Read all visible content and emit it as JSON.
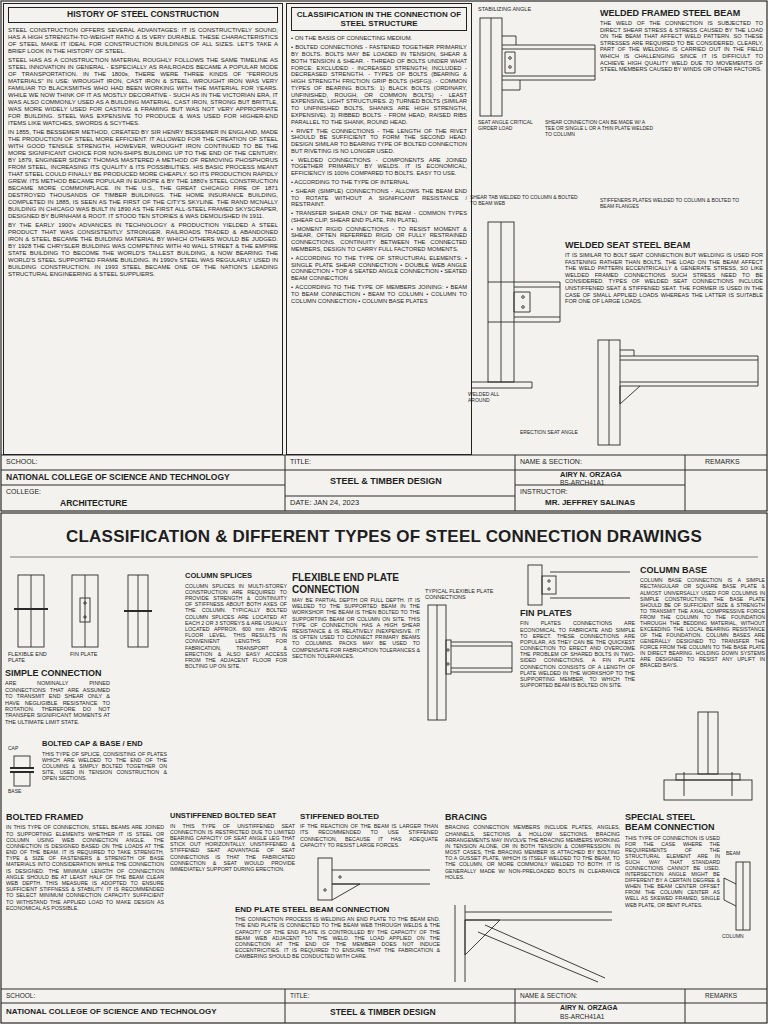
{
  "diagram": {
    "title": "CLASSIFICATION & DIFFERENT TYPES OF STEEL CONNECTION DRAWINGS",
    "nodes": [
      {
        "text": [
          "HISTORY OF STEEL CONSTRUCTION",
          "STEEL CONSTRUCTION OFFERS SEVERAL ADVANTAGES: IT IS CONSTRUCTIVELY SOUND, HAS A HIGH STRENGTH-TO-WEIGHT RATIO & IS VERY DURABLE. THESE CHARACTERISTICS OF STEEL MAKE IT IDEAL FOR CONSTRUCTION BUILDINGS OF ALL SIZES. LET'S TAKE A BRIEF LOOK IN THE HISTORY OF STEEL.",
          "STEEL HAS AS A CONSTRUCTION MATERIAL ROUGHLY FOLLOWS THE SAME TIMELINE AS STEEL INNOVATION IN GENERAL - ESPECIALLY AS RAILROADS BECAME A POPULAR MODE OF TRANSPORTATION. IN THE 1800s, THERE WERE THREE KINDS OF \"FERROUS MATERIALS\" IN USE: WROUGHT IRON, CAST IRON & STEEL. WROUGHT IRON WAS VERY FAMILIAR TO BLACKSMITHS WHO HAD BEEN WORKING WITH THE MATERIAL FOR YEARS. WHILE WE NOW THINK OF IT AS MOSTLY DECORATIVE - SUCH AS IN THE VICTORIAN ERA, IT WAS ALSO COMMONLY USED AS A BUILDING MATERIAL. CAST IRON, STRONG BUT BRITTLE, WAS MORE WIDELY USED FOR CASTING & FRAMING BUT WAS NOT VERY APPROPRIATE FOR BUILDING. STEEL WAS EXPENSIVE TO PRODUCE & WAS USED FOR HIGHER-END ITEMS LIKE WATCHES, SWORDS & SCYTHES.",
          "IN 1855, THE BESSEMER METHOD, CREATED BY SIR HENRY BESSEMER IN ENGLAND, MADE THE PRODUCTION OF STEEL MORE EFFICIENT. IT ALLOWED FOR THE CREATION OF STEEL WITH GOOD TENSILE STRENGTH, HOWEVER, WROUGHT IRON CONTINUED TO BE THE MORE SIGNIFICANT CHOICE FOR NON-SHIPS BUILDING UP TO THE END OF THE CENTURY. BY 1879, ENGINEER SIDNEY THOMAS MASTERED A METHOD OF REMOVING PHOSPHORUS FROM STEEL, INCREASING ITS QUALITY & ITS POSSIBILITIES. HIS BASIC PROCESS MEANT THAT STEEL COULD FINALLY BE PRODUCED MORE CHEAPLY. SO ITS PRODUCTION RAPIDLY GREW. ITS METHOD BECAME POPULAR IN EUROPE & BY THE 1880's STEEL CONSTRUCTION BECAME MORE COMMONPLACE. IN THE U.S., THE GREAT CHICAGO FIRE OF 1871 DESTROYED THOUSANDS OF TIMBER BUILDINGS. THE HOME INSURANCE BUILDING, COMPLETED IN 1885, IS SEEN AS THE FIRST OF THE CITY'S SKYLINE. THE RAND MCNALLY BUILDING IN CHICAGO WAS BUILT IN 1890 AS THE FIRST ALL-STEEL FRAMED SKYSCRAPER, DESIGNED BY BURNHAM & ROOT. IT STOOD TEN STORIES & WAS DEMOLISHED IN 1911.",
          "BY THE EARLY 1900's ADVANCES IN TECHNOLOGY & PRODUCTION YIELDED A STEEL PRODUCT THAT WAS CONSISTENTLY STRONGER. RAILROADS TRADED & ABANDONED IRON & STEEL BECAME THE BUILDING MATERIAL BY WHICH OTHERS WOULD BE JUDGED. BY 1928 THE CHRYSLER BUILDING WAS COMPETING WITH 40 WALL STREET & THE EMPIRE STATE BUILDING TO BECOME THE WORLD'S TALLEST BUILDING, & NOW BEARING THE WORLD'S STEEL SUPPORTED FRAME BUILDING. IN 1990's STEEL WAS REGULARLY USED IN BUILDING CONSTRUCTION. IN 1993 STEEL BECAME ONE OF THE NATION'S LEADING STRUCTURAL ENGINEERING & STEEL SUPPLIERS."
        ]
      },
      {
        "text": [
          "CLASSIFICATION IN THE CONNECTION OF STEEL STRUCTURE",
          "• ON THE BASIS OF CONNECTING MEDIUM.",
          "• BOLTED CONNECTIONS - FASTENED TOGETHER PRIMARILY BY BOLTS. BOLTS MAY BE LOADED IN TENSION, SHEAR & BOTH TENSION & SHEAR. - THREAD OF BOLTS UNDER WHAT FORCE: EXCLUDED - INCREASED STRENGTH; INCLUDED - DECREASED STRENGTH. - TYPES OF BOLTS (BEARING & HIGH STRENGTH FRICTION GRIP BOLTS (HSFG)). - COMMON TYPES OF BEARING BOLTS: 1) BLACK BOLTS (ORDINARY, UNFINISHED, ROUGH, OR COMMON BOLTS) - LEAST EXPENSIVE, LIGHT STRUCTURES. 2) TURNED BOLTS (SIMILAR TO UNFINISHED BOLTS, SHANKS ARE HIGH STRENGTH, EXPENSIVE). 3) RIBBED BOLTS - FROM HEAD, RAISED RIBS PARALLEL TO THE SHANK, ROUND HEAD.",
          "• RIVET THE CONNECTIONS - THE LENGTH OF THE RIVET SHOULD BE SUFFICIENT TO FORM THE SECOND HEAD. DESIGN SIMILAR TO BEARING TYPE OF BOLTED CONNECTION BUT RIVETING IS NO LONGER USED.",
          "• WELDED CONNECTIONS - COMPONENTS ARE JOINED TOGETHER PRIMARILY BY WELDS. IT IS ECONOMICAL, EFFICIENCY IS 100% COMPARED TO BOLTS. EASY TO USE.",
          "• ACCORDING TO THE TYPE OF INTERNAL",
          "• SHEAR (SIMPLE) CONNECTIONS - ALLOWS THE BEAM END TO ROTATE WITHOUT A SIGNIFICANT RESISTANCE / RESTRAINT.",
          "• TRANSFER SHEAR ONLY OF THE BEAM - COMMON TYPES (SHEAR CLIP, SHEAR END PLATE, FIN PLATE).",
          "• MOMENT RIGID CONNECTIONS - TO RESIST MOMENT & SHEAR, OFTEN REFERRED RIGID OR FULLY RESTRAINED CONNECTIONS. CONTINUITY BETWEEN THE CONNECTED MEMBERS, DESIGN TO CARRY FULL FACTORED MOMENTS.",
          "• ACCORDING TO THE TYPE OF STRUCTURAL ELEMENTS: • SINGLE PLATE SHEAR CONNECTION • DOUBLE WEB ANGLE CONNECTION • TOP & SEATED ANGLE CONNECTION • SEATED BEAM CONNECTION",
          "• ACCORDING TO THE TYPE OF MEMBERS JOINING: • BEAM TO BEAM CONNECTION • BEAM TO COLUMN • COLUMN TO COLUMN CONNECTION • COLUMN BASE PLATES"
        ]
      },
      {
        "text": [
          "WELDED FRAMED STEEL BEAM",
          "THE WELD OF THE CONNECTION IS SUBJECTED TO DIRECT SHEAR STRESS & STRESS CAUSED BY THE LOAD ON THE BEAM THAT AFFECT WELD PATTERN. SO THESE STRESSES ARE REQUIRED TO BE CONSIDERED. CLEARLY, PART OF THE WELDING IS CARRIED OUT IN THE FIELD WHICH IS CHALLENGING SINCE IT IS DIFFICULT TO ACHIEVE HIGH QUALITY WELD DUE TO MOVEMENTS OF STEEL MEMBERS CAUSED BY WINDS OR OTHER FACTORS."
        ]
      },
      {
        "text": [
          "WELDED SEAT STEEL BEAM",
          "IT IS SIMILAR TO BOLT SEAT CONNECTION BUT WELDING IS USED FOR FASTENING RATHER THAN BOLTS. THE LOAD ON THE BEAM AFFECT THE WELD PATTERN ECCENTRICALLY & GENERATE STRESS, SO LIKE WELDED FRAMED CONNECTIONS SUCH STRESS NEED TO BE CONSIDERED. TYPES OF WELDED SEAT CONNECTIONS INCLUDE UNSTIFFENED SEAT & STIFFENED SEAT. THE FORMER IS USED IN THE CASE OF SMALL APPLIED LOADS WHEREAS THE LATTER IS SUITABLE FOR ONE OF LARGE LOADS."
        ]
      },
      {
        "text": [
          "SIMPLE CONNECTION",
          "ARE NOMINALLY PINNED CONNECTIONS THAT ARE ASSUMED TO TRANSMIT END SHEAR ONLY & HAVE NEGLIGIBLE RESISTANCE TO ROTATION. THEREFORE DO NOT TRANSFER SIGNIFICANT MOMENTS AT THE ULTIMATE LIMIT STATE."
        ]
      },
      {
        "text": [
          "COLUMN SPLICES",
          "COLUMN SPLICES IN MULTI-STOREY CONSTRUCTION ARE REQUIRED TO PROVIDE STRENGTH & CONTINUITY OF STIFFNESS ABOUT BOTH AXES OF THE COLUMN. TYPICALLY BOLTED COLUMN SPLICES ARE LOCATED AT EACH 2 OR 3 STOREYS & ARE USUALLY LOCATED APPROX. 600 mm ABOVE FLOOR LEVEL. THIS RESULTS IN CONVENIENT LENGTHS FOR FABRICATION, TRANSPORT & ERECTION & ALSO EASY ACCESS FROM THE ADJACENT FLOOR FOR BOLTING UP ON SITE."
        ]
      },
      {
        "text": [
          "FLEXIBLE END PLATE CONNECTION",
          "MAY BE PARTIAL DEPTH OR FULL DEPTH. IT IS WELDED TO THE SUPPORTED BEAM IN THE WORKSHOP. THE BEAM IS THEN BOLTED TO THE SUPPORTING BEAM OR COLUMN ON SITE. THIS TYPE OF CONNECTION HAS A HIGH SHEAR RESISTANCE & IS RELATIVELY INEXPENSIVE. IT IS OFTEN USED TO CONNECT PRIMARY BEAMS TO COLUMNS. PACKS MAY BE USED TO COMPENSATE FOR FABRICATION TOLERANCES & SECTION TOLERANCES."
        ]
      },
      {
        "text": [
          "FIN PLATES",
          "FIN PLATES CONNECTIONS ARE ECONOMICAL TO FABRICATE AND SIMPLE TO ERECT. THESE CONNECTIONS ARE POPULAR, AS THEY CAN BE THE QUICKEST CONNECTION TO ERECT AND OVERCOME THE PROBLEM OF SHARED BOLTS IN TWO-SIDED CONNECTIONS. A FIN PLATE CONNECTION CONSISTS OF A LENGTH OF PLATE WELDED IN THE WORKSHOP TO THE SUPPORTING MEMBER, TO WHICH THE SUPPORTED BEAM IS BOLTED ON SITE."
        ]
      },
      {
        "text": [
          "COLUMN BASE",
          "COLUMN BASE CONNECTION IS A SIMPLE RECTANGULAR OR SQUARE BASE PLATE & ALMOST UNIVERSALLY USED FOR COLUMNS IN SIMPLE CONSTRUCTION. THE BASE PLATE SHOULD BE OF SUFFICIENT SIZE & STRENGTH TO TRANSMIT THE AXIAL COMPRESSIVE FORCE FROM THE COLUMN TO THE FOUNDATION THROUGH THE BEDDING MATERIAL, WITHOUT EXCEEDING THE LOCAL BEARING RESISTANCE OF THE FOUNDATION. COLUMN BASES ARE GENERALLY DESIGNED TO TRANSFER THE FORCE FROM THE COLUMN TO THE BASE PLATE IN DIRECT BEARING. HOLDING DOWN SYSTEMS ARE DESIGNED TO RESIST ANY UPLIFT IN BRACED BAYS."
        ]
      },
      {
        "text": [
          "BOLTED CAP & BASE / END",
          "THIS TYPE OF SPLICE, CONSISTING OF PLATES WHICH ARE WELDED TO THE END OF THE COLUMNS & SIMPLY BOLTED TOGETHER ON SITE, USED IN TENSION CONSTRUCTION & OPEN SECTIONS."
        ]
      },
      {
        "text": [
          "BOLTED FRAMED",
          "IN THIS TYPE OF CONNECTION, STEEL BEAMS ARE JOINED TO SUPPORTING ELEMENTS WHETHER IT IS STEEL OR COLUMN USING WEB CONNECTION ANGLE. THE CONNECTION IS DESIGNED BASED ON THE LOADS AT THE END OF THE BEAM. IT IS REQUIRED TO TAKE STRENGTH, TYPE & SIZE OF FASTENERS & STRENGTH OF BASE MATERIALS INTO CONSIDERATION WHILE THE CONNECTION IS DESIGNED. THE MINIMUM LENGTH OF CONNECTION ANGLE SHOULD BE AT LEAST HALF OF THE BEAM CLEAR WEB DEPTH. THIS MEASURE IS ADOPTED TO ENSURE SUFFICIENT STIFFNESS & STABILITY. IT IS RECOMMENDED TO SELECT MINIMUM CONNECTION CAPACITY SUFFICIENT TO WITHSTAND THE APPLIED LOAD TO MAKE DESIGN AS ECONOMICAL AS POSSIBLE."
        ]
      },
      {
        "text": [
          "UNSTIFFENED BOLTED SEAT",
          "IN THIS TYPE OF UNSTIFFENED SEAT CONNECTION IS RESTRICTED DUE TO LIMITED BEARING CAPACITY OF SEAT ANGLE LEG THAT STICK OUT HORIZONTALLY. UNSTIFFENED & STIFFENED SEAT ADVANTAGE OF SEAT CONNECTIONS IS THAT THE FABRICATED CONNECTION & SEAT WOULD PROVIDE IMMEDIATELY SUPPORT DURING ERECTION."
        ]
      },
      {
        "text": [
          "STIFFENED BOLTED",
          "IF THE REACTION OF THE BEAM IS LARGER THAN ITS RECOMMENDED TO USE STIFFENED CONNECTION, BECAUSE IT HAS ADEQUATE CAPACITY TO RESIST LARGE FORCES."
        ]
      },
      {
        "text": [
          "END PLATE STEEL BEAM CONNECTION",
          "THE CONNECTION PROCESS IS WELDING AN END PLATE TO THE BEAM END. THE END PLATE IS CONNECTED TO THE BEAM WEB THROUGH WELDS & THE CAPACITY OF THE END PLATE IS CONTROLLED BY THE CAPACITY OF THE BEAM WEB ADJACENT TO THE WELD. THE LOAD APPLIED ON THE CONNECTION AT THE END OF THE MEMBER DOES NOT INDUCE ECCENTRICITIES. IT IS REQUIRED TO ENSURE THAT THE FABRICATION & CAMBERING SHOULD BE CONDUCTED WITH CARE."
        ]
      },
      {
        "text": [
          "BRACING",
          "BRACING CONNECTION MEMBERS INCLUDE PLATES, ANGLES, CHANNELS, SECTIONS & HOLLOW SECTIONS. BRACING ARRANGEMENTS MAY INVOLVE THE BRACING MEMBERS WORKING IN TENSION ALONE, OR IN BOTH TENSION & COMPRESSION. IN MOST CASES, THE BRACING MEMBER IS ATTACHED BY BOLTING TO A GUSSET PLATE, WHICH IS ITSELF WELDED TO THE BEAM, TO THE COLUMN, OR MORE COMMONLY WELDED TO BOTH. IT IS GENERALLY MADE W/ NON-PRELOADED BOLTS IN CLEARANCE HOLES."
        ]
      },
      {
        "text": [
          "SPECIAL STEEL BEAM CONNECTION",
          "THIS TYPE OF CONNECTION IS USED FOR THE CASE WHERE THE REQUIREMENTS OF THE STRUCTURAL ELEMENT ARE IN SUCH WAY THAT STANDARD CONNECTIONS CANNOT BE USED. INTERSECTION ANGLE MIGHT BE DIFFERENT BY A CERTAIN DEGREE & WHEN THE BEAM CENTER OFFSET FROM THE COLUMN CENTER AS WELL AS SKEWED FRAMED, SINGLE WEB PLATE, OR BENT PLATES."
        ]
      }
    ],
    "labels": [
      "STABILIZING ANGLE",
      "SEAT ANGLE CRITICAL GIRDER LOAD",
      "SHEAR CONNECTION CAN BE MADE W/ A TEE OR SINGLE L OR A THIN PLATE WELDED TO COLUMN",
      "SHEAR TAB WELDED TO COLUMN & BOLTED TO BEAM WEB",
      "STIFFENERS PLATES WELDED TO COLUMN & BOLTED TO BEAM FLANGES",
      "WELDED ALL AROUND",
      "ERECTION SEAT ANGLE",
      "SCHOOL:",
      "NATIONAL COLLEGE OF SCIENCE AND TECHNOLOGY",
      "COLLEGE:",
      "ARCHITECTURE",
      "TITLE:",
      "STEEL & TIMBER DESIGN",
      "DATE: JAN 24, 2023",
      "NAME & SECTION:",
      "AIRY N. ORZAGA",
      "BS-ARCH41A1",
      "INSTRUCTOR:",
      "MR. JEFFREY SALINAS",
      "REMARKS",
      "FLEXIBLE END PLATE",
      "FIN PLATE",
      "CAP",
      "BASE",
      "TYPICAL FLEXIBLE PLATE CONNECTIONS",
      "BEAM",
      "COLUMN",
      "SCHOOL:",
      "NATIONAL COLLEGE OF SCIENCE AND TECHNOLOGY",
      "TITLE:",
      "STEEL & TIMBER DESIGN",
      "NAME & SECTION:",
      "AIRY N. ORZAGA",
      "BS-ARCH41A1",
      "REMARKS"
    ]
  }
}
